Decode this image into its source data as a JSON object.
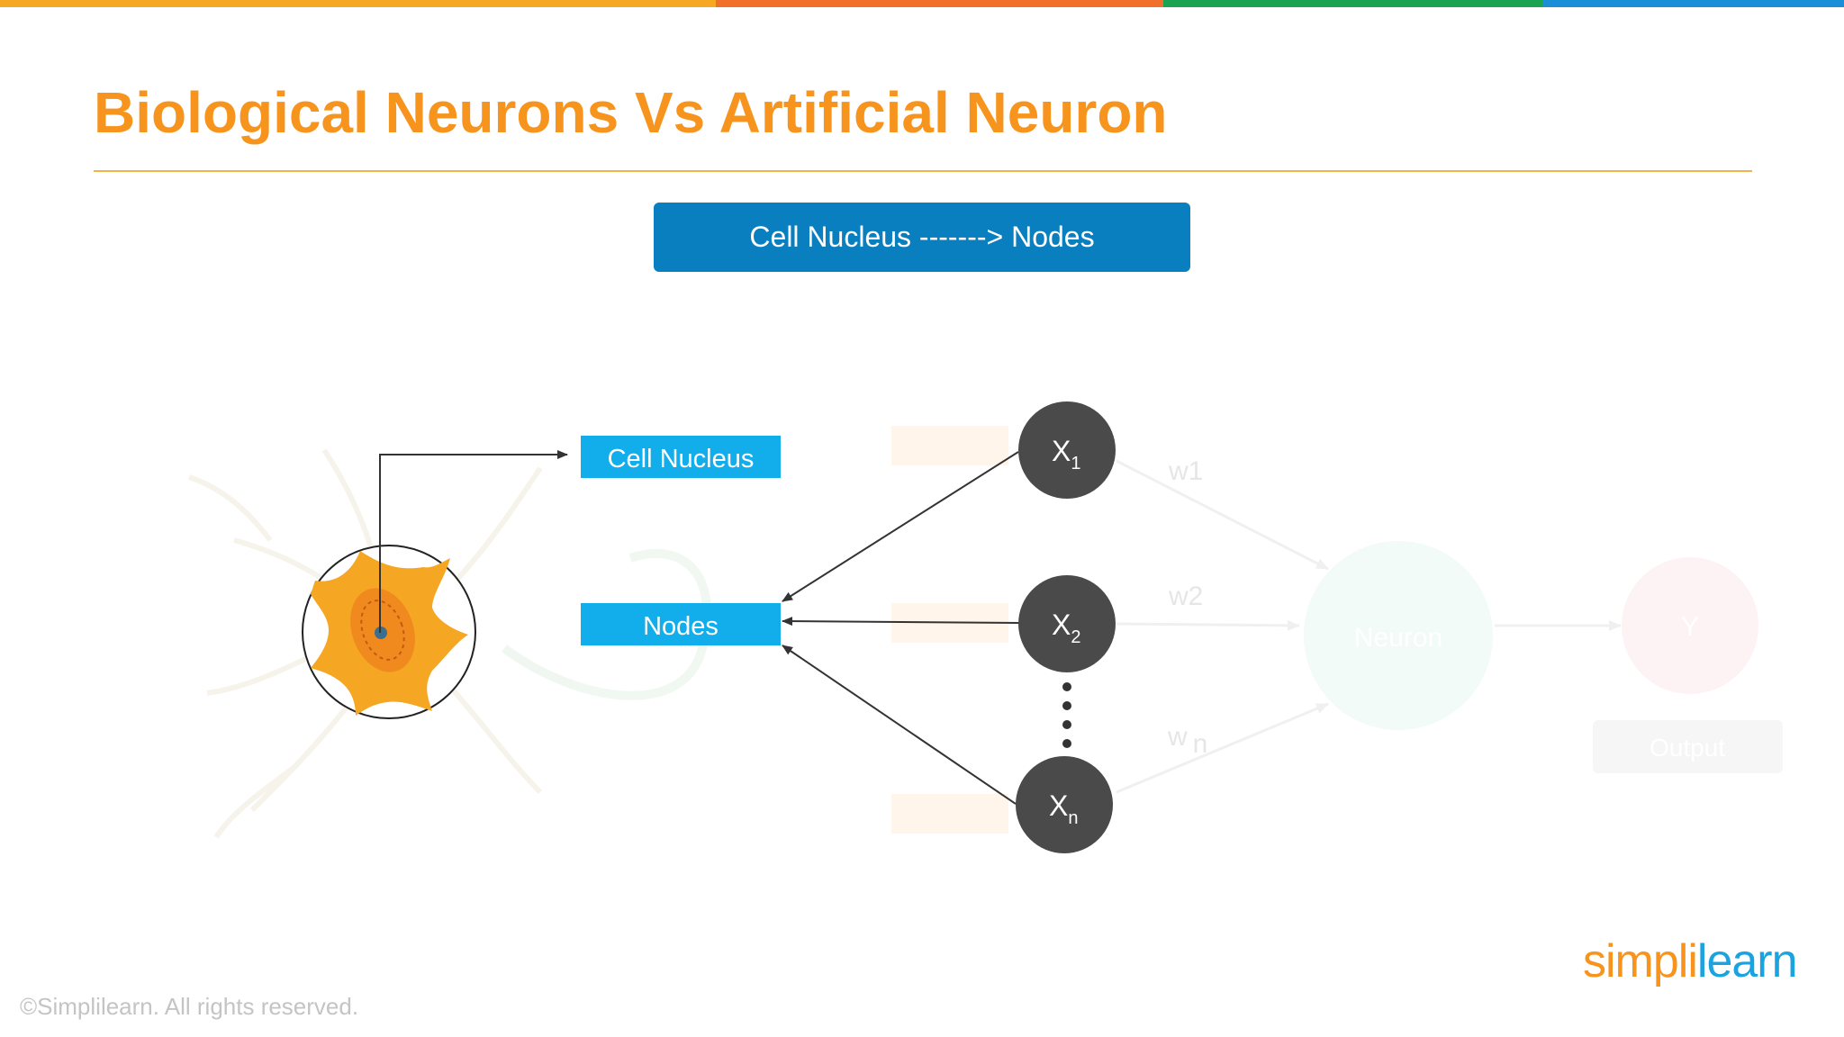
{
  "title": "Biological Neurons Vs Artificial Neuron",
  "banner": "Cell Nucleus -------> Nodes",
  "labels": {
    "cell_nucleus": "Cell Nucleus",
    "nodes": "Nodes"
  },
  "inputs": {
    "x1": {
      "base": "X",
      "sub": "1"
    },
    "x2": {
      "base": "X",
      "sub": "2"
    },
    "xn": {
      "base": "X",
      "sub": "n"
    }
  },
  "faded": {
    "weights": [
      "w1",
      "w2",
      "w"
    ],
    "weight_sub": "n",
    "neuron": "Neuron",
    "output_node": "Y",
    "output_label": "Output"
  },
  "footer": "©Simplilearn. All rights reserved.",
  "logo": {
    "part1": "simpl",
    "part2": "i",
    "part3": "learn"
  },
  "colors": {
    "title": "#f7941d",
    "banner": "#0a7fbf",
    "label_box": "#12aeeb",
    "input_node": "#4a4a4a",
    "neuron_body": "#f5a623",
    "topbar": [
      "#f7a823",
      "#f26f2b",
      "#1aa350",
      "#1a8fd8"
    ]
  }
}
